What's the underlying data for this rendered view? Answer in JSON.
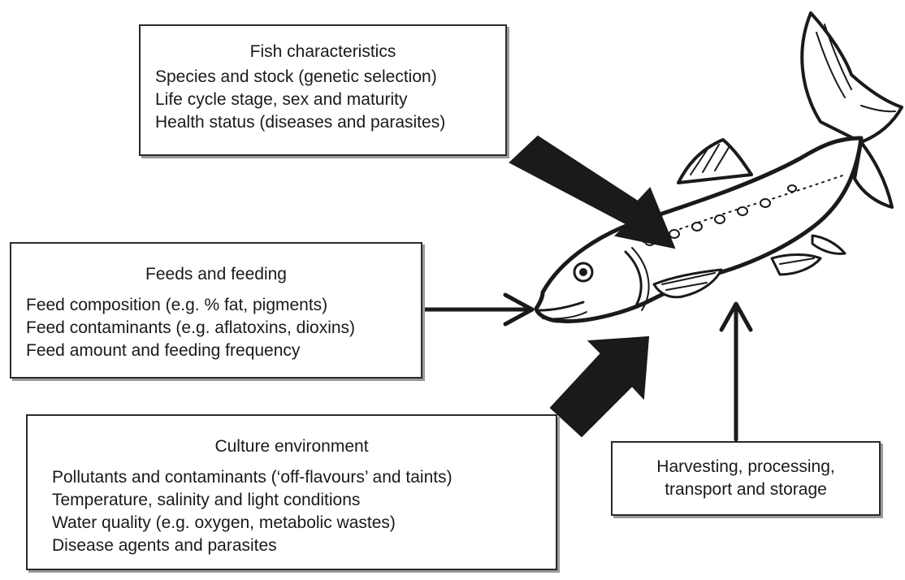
{
  "fish_characteristics": {
    "title": "Fish characteristics",
    "items": [
      "Species and stock (genetic selection)",
      "Life cycle stage, sex and maturity",
      "Health status (diseases and parasites)"
    ]
  },
  "feeds_and_feeding": {
    "title": "Feeds and feeding",
    "items": [
      "Feed composition (e.g. % fat, pigments)",
      "Feed contaminants (e.g. aflatoxins, dioxins)",
      "Feed amount and feeding frequency"
    ]
  },
  "culture_environment": {
    "title": "Culture environment",
    "items": [
      "Pollutants and contaminants (‘off-flavours’ and taints)",
      "Temperature, salinity and light conditions",
      "Water quality (e.g. oxygen, metabolic wastes)",
      "Disease agents and parasites"
    ]
  },
  "harvesting": {
    "lines": [
      "Harvesting, processing,",
      "transport and storage"
    ]
  },
  "colors": {
    "ink": "#1a1a1a",
    "box_border": "#2a2a2a",
    "box_shadow": "#9a9a9a",
    "background": "#ffffff"
  }
}
